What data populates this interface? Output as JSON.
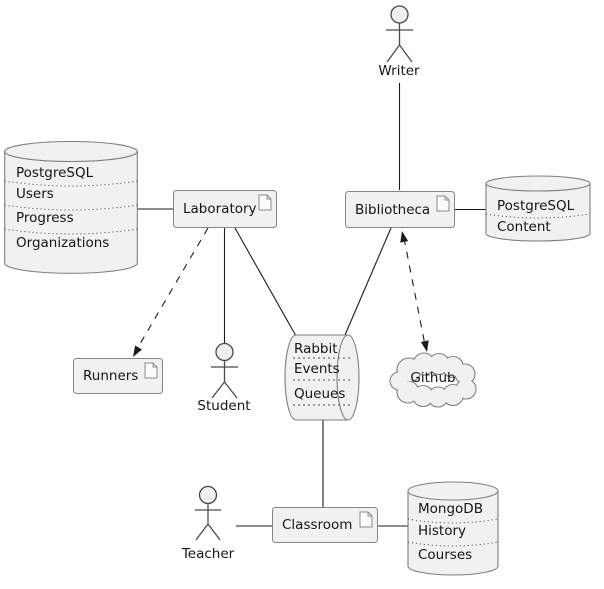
{
  "actors": {
    "writer": {
      "label": "Writer"
    },
    "student": {
      "label": "Student"
    },
    "teacher": {
      "label": "Teacher"
    }
  },
  "components": {
    "laboratory": {
      "label": "Laboratory"
    },
    "bibliotheca": {
      "label": "Bibliotheca"
    },
    "runners": {
      "label": "Runners"
    },
    "classroom": {
      "label": "Classroom"
    }
  },
  "databases": {
    "postgres_main": {
      "title": "PostgreSQL",
      "rows": [
        "Users",
        "Progress",
        "Organizations"
      ]
    },
    "postgres_content": {
      "title": "PostgreSQL",
      "rows": [
        "Content"
      ]
    },
    "mongodb": {
      "title": "MongoDB",
      "rows": [
        "History",
        "Courses"
      ]
    }
  },
  "queue": {
    "title": "Rabbit",
    "rows": [
      "Events",
      "Queues"
    ]
  },
  "cloud": {
    "label": "Github"
  },
  "colors": {
    "shape_fill": "#f1f1f1",
    "shape_border": "#7f7f7f",
    "connector_line": "#1b1b1b",
    "text": "#151515"
  }
}
